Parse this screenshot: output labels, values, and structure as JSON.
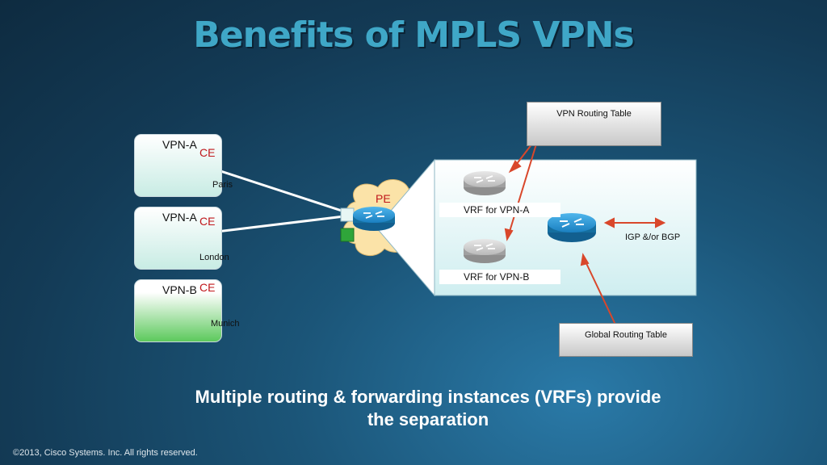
{
  "title": "Benefits of MPLS VPNs",
  "sites": [
    {
      "vpn": "VPN-A",
      "ce": "CE",
      "city": "Paris"
    },
    {
      "vpn": "VPN-A",
      "ce": "CE",
      "city": "London"
    },
    {
      "vpn": "VPN-B",
      "ce": "CE",
      "city": "Munich"
    }
  ],
  "pe_label": "PE",
  "vpn_routing_table": "VPN Routing Table",
  "global_routing_table": "Global Routing Table",
  "vrf_a": "VRF for VPN-A",
  "vrf_b": "VRF for VPN-B",
  "igp_bgp": "IGP &/or BGP",
  "caption_line1": "Multiple routing & forwarding instances (VRFs) provide",
  "caption_line2": "the separation",
  "copyright": "©2013, Cisco Systems. Inc. All rights reserved.",
  "colors": {
    "title": "#3fa7c7",
    "ce": "#c0171b",
    "arrow": "#d9472b",
    "router": "#1f8fd1"
  }
}
